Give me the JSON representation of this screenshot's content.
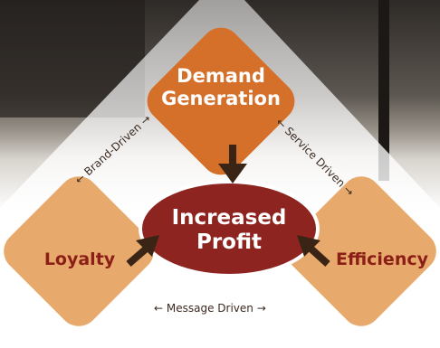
{
  "diagram": {
    "top_node": {
      "line1": "Demand",
      "line2": "Generation"
    },
    "left_node": "Loyalty",
    "right_node": "Efficiency",
    "center_node": {
      "line1": "Increased",
      "line2": "Profit"
    },
    "edges": {
      "left_top": "← Brand-Driven →",
      "right_top": "← Service Driven →",
      "bottom": "← Message Driven →"
    },
    "colors": {
      "diamond_fill": "#e8a96c",
      "top_diamond_fill": "#d4702a",
      "center_fill": "#8e2420",
      "side_text": "#8b1e16",
      "arrow": "#3a2415"
    }
  }
}
